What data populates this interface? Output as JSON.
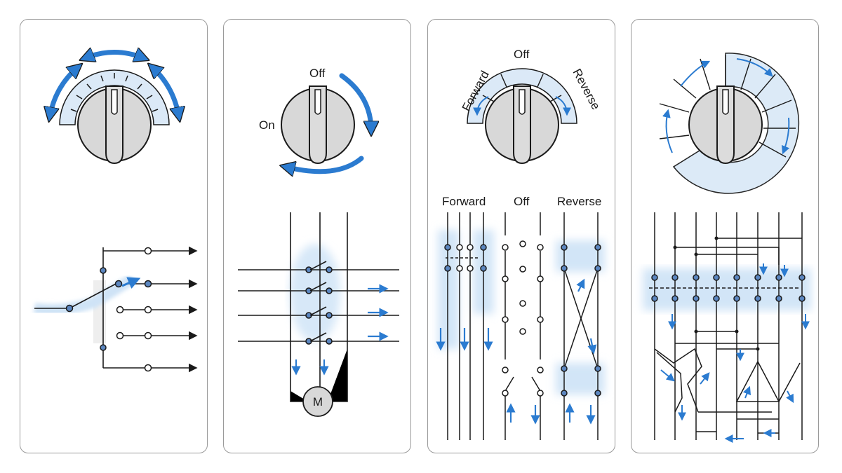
{
  "panel2": {
    "off": "Off",
    "on": "On",
    "motor": "M"
  },
  "panel3": {
    "dial_forward": "Forward",
    "dial_off": "Off",
    "dial_reverse": "Reverse",
    "col_forward": "Forward",
    "col_off": "Off",
    "col_reverse": "Reverse"
  },
  "colors": {
    "accent": "#2b7bd0",
    "glow": "#cfe3f6",
    "knob": "#d8d8d8",
    "ink": "#1a1a1a",
    "border": "#9a9a9a"
  }
}
